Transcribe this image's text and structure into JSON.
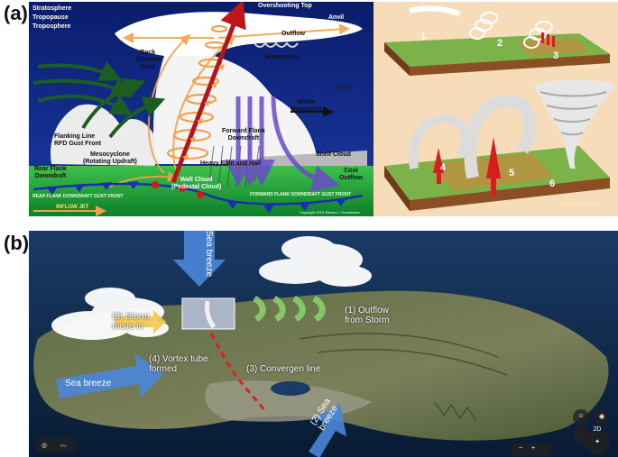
{
  "panel_a": {
    "label": "(a)",
    "layers": [
      "Stratosphere",
      "Tropopause",
      "Troposphere"
    ],
    "labels": {
      "overshooting_top": "Overshooting Top",
      "anvil": "Anvil",
      "outflow": "Outflow",
      "back_sheared_anvil": [
        "Back",
        "Sheared",
        "Anvil"
      ],
      "mammatus": "Mammatus",
      "virga": "VIRGA",
      "storm_movement": [
        "Storm",
        "Movement"
      ],
      "flanking_line": [
        "Flanking Line",
        "RFD Gust Front"
      ],
      "mesocyclone": [
        "Mesocyclone",
        "(Rotating Updraft)"
      ],
      "forward_flank_downdraft": [
        "Forward Flank",
        "Downdraft"
      ],
      "rear_flank_downdraft": [
        "Rear Flank",
        "Downdraft"
      ],
      "heavy_rain_hail": "Heavy Rain and Hail",
      "shelf_cloud": "Shelf Cloud",
      "cool_outflow": [
        "Cool",
        "Outflow"
      ],
      "wall_cloud": [
        "Wall Cloud",
        "(Pedestal Cloud)"
      ],
      "rear_flank_gust_front": "REAR FLANK DOWNDRAFT GUST FRONT",
      "forward_flank_gust_front": "FORWARD FLANK DOWNDRAFT GUST FRONT",
      "inflow_jet": "INFLOW JET",
      "copyright": "Copyright 2013 Steven L. Horstmeyer"
    },
    "stages_top": [
      "1",
      "2",
      "3"
    ],
    "stages_bottom": [
      "4",
      "5",
      "6"
    ],
    "watermark": "eloihzetfurling.com",
    "colors": {
      "sky": "#0f2a86",
      "ground": "#17a03a",
      "inset_bg": "#f7dcb9",
      "field": "#7bb34a",
      "soil": "#8a5023",
      "updraft": "#f0a24a"
    }
  },
  "panel_b": {
    "label": "(b)",
    "labels": {
      "sea_breeze_top": "Sea breeze",
      "sea_breeze_left": "Sea breeze",
      "sea_breeze_bottom": [
        "(2) Sea",
        "breeze"
      ],
      "outflow": [
        "(1) Outflow",
        "from Storm"
      ],
      "storm_move_in": [
        "(5) Storm",
        "move in"
      ],
      "vortex_tube": [
        "(4) Vortex tube",
        "formed"
      ],
      "convergence": "(3) Convergen line"
    },
    "controls": {
      "view_2d": "2D"
    },
    "colors": {
      "ocean": "#0c2847",
      "land": "#6f7a52",
      "arrow": "#4a86d9",
      "convergence": "#e02020",
      "outflow_arrow": "#8bd46a"
    }
  }
}
